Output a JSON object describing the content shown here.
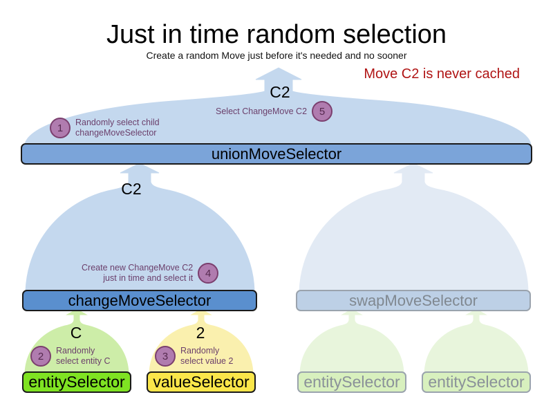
{
  "header": {
    "title": "Just in time random selection",
    "subtitle": "Create a random Move just before it's needed and no sooner",
    "note": "Move C2 is never cached",
    "note_color": "#B01414"
  },
  "colors": {
    "union_bar": "#7BA4D9",
    "change_bar": "#5A8FCE",
    "swap_bar_faded": "#BDD0E6",
    "entity_bar": "#7FE322",
    "value_bar": "#FAE64A",
    "faded_leaf_bar": "#D8F0BE",
    "blue_hill": "#C4D8EE",
    "blue_hill_faded": "#E2EAF4",
    "green_hill": "#CDEDA8",
    "green_hill_faded": "#E8F5DC",
    "yellow_hill": "#FAF0AE",
    "annotation_text": "#6B3F6B",
    "annotation_circle": "#B07CAF",
    "annotation_circle_border": "#7B3F6E"
  },
  "nodes": {
    "union": {
      "label": "unionMoveSelector",
      "flow_label": "C2"
    },
    "change": {
      "label": "changeMoveSelector",
      "flow_label": "C2"
    },
    "swap": {
      "label": "swapMoveSelector",
      "flow_label": ""
    },
    "entity": {
      "label": "entitySelector",
      "flow_label": "C"
    },
    "value": {
      "label": "valueSelector",
      "flow_label": "2"
    },
    "swap_entity_1": {
      "label": "entitySelector",
      "flow_label": ""
    },
    "swap_entity_2": {
      "label": "entitySelector",
      "flow_label": ""
    }
  },
  "annotations": [
    {
      "number": "1",
      "text": "Randomly select child\nchangeMoveSelector",
      "align": "left"
    },
    {
      "number": "2",
      "text": "Randomly\nselect entity C",
      "align": "left"
    },
    {
      "number": "3",
      "text": "Randomly\nselect value 2",
      "align": "left"
    },
    {
      "number": "4",
      "text": "Create new ChangeMove C2\njust in time and select it",
      "align": "right"
    },
    {
      "number": "5",
      "text": "Select ChangeMove C2",
      "align": "right"
    }
  ]
}
